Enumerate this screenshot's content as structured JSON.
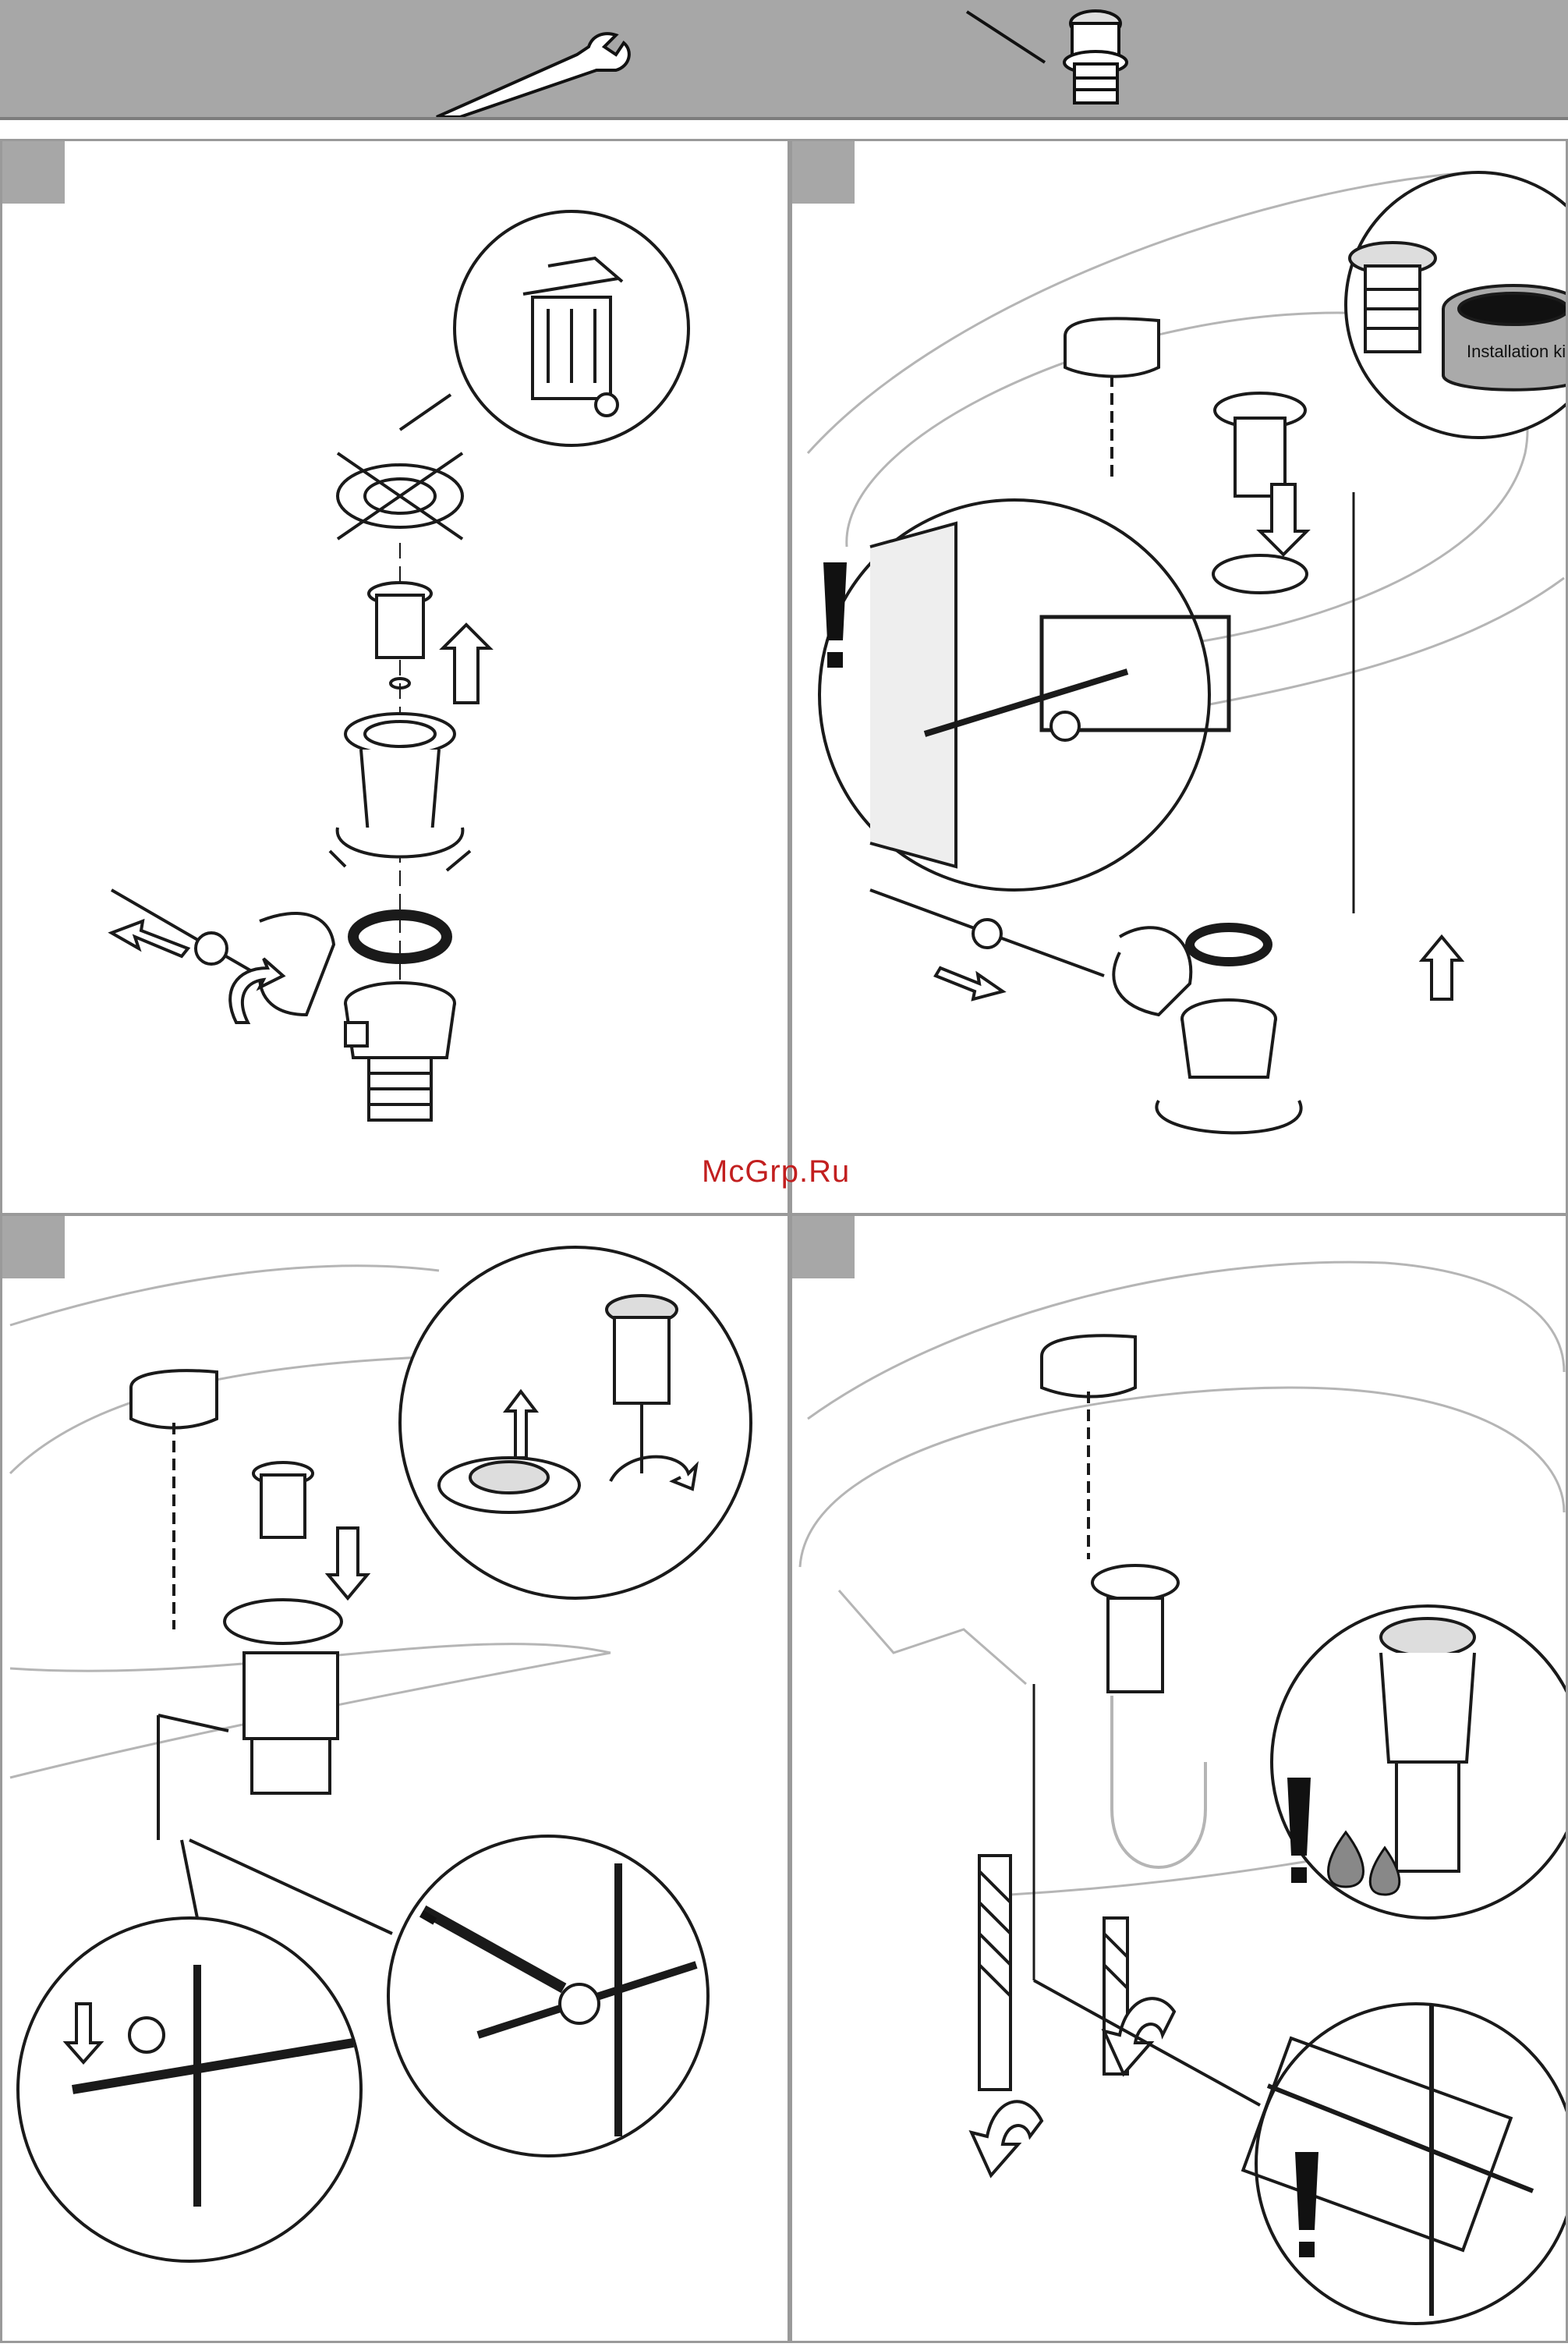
{
  "header": {
    "tool_icon": "wrench-icon",
    "product_icon": "pop-up-waste-icon"
  },
  "steps": [
    {
      "id": 1,
      "icons": [
        "trash-bin-icon",
        "crossed-out-seal-icon",
        "arrow-up-icon",
        "arrow-left-icon",
        "rotate-icon"
      ]
    },
    {
      "id": 2,
      "icons": [
        "installation-kit-icon",
        "warning-icon",
        "arrow-down-icon",
        "arrow-up-icon",
        "arrow-right-icon",
        "rotate-icon"
      ],
      "callout_label": "Installation kit"
    },
    {
      "id": 3,
      "icons": [
        "arrow-down-icon",
        "arrow-up-down-icon",
        "rotate-icon",
        "screwdriver-icon"
      ]
    },
    {
      "id": 4,
      "icons": [
        "warning-icon",
        "water-drop-icon",
        "rotate-icon"
      ]
    }
  ],
  "watermark": "McGrp.Ru",
  "colors": {
    "header_bg": "#a7a7a7",
    "panel_border": "#9a9a9a",
    "line": "#1a1a1a",
    "light_line": "#b5b5b5",
    "watermark": "#c21f1f"
  }
}
